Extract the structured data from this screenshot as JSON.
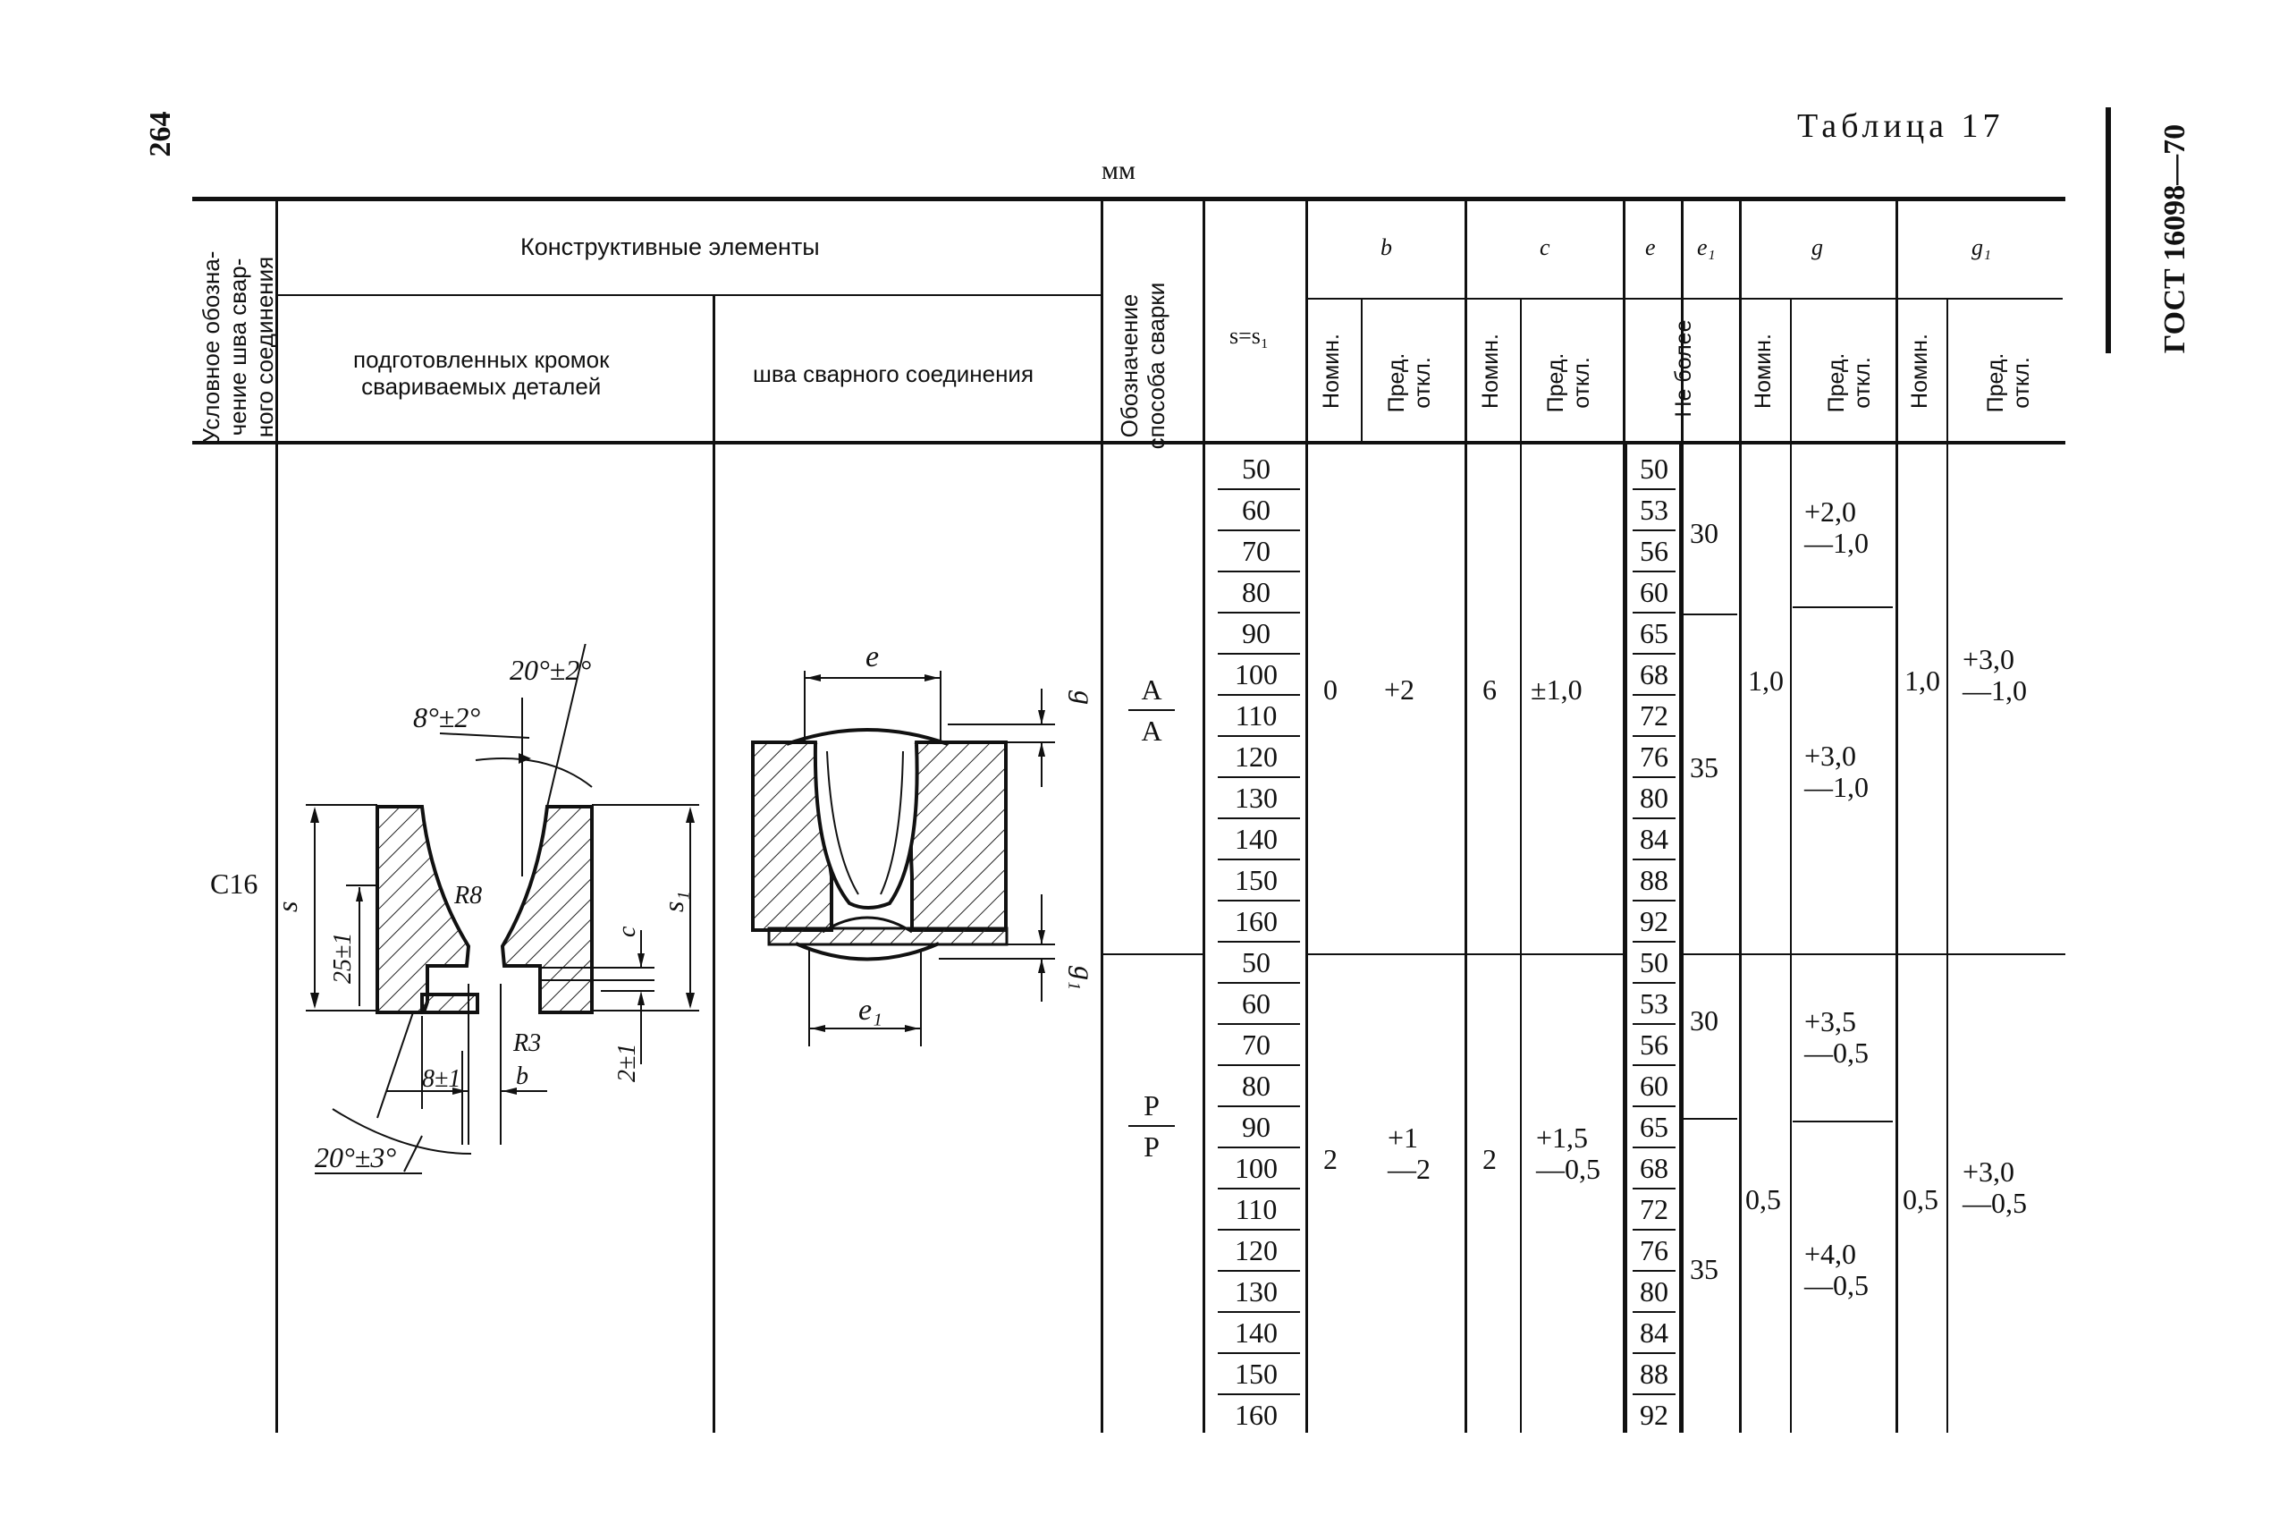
{
  "page": {
    "number": "264",
    "table_title": "Таблица 17",
    "standard": "ГОСТ 16098—70",
    "units": "мм"
  },
  "headers": {
    "designation": "Условное обозначение шва сварного соединения",
    "designation_lines": [
      "Условное обозна-",
      "чение шва свар-",
      "ного соединения"
    ],
    "structural": "Конструктивные элементы",
    "prepared_edges": [
      "подготовленных кромок",
      "свариваемых деталей"
    ],
    "weld_seam": "шва сварного соединения",
    "method_lines": [
      "Обозначение",
      "способа сварки"
    ],
    "thickness": "s=s₁",
    "b": "b",
    "c": "c",
    "e": "e",
    "e1": "e₁",
    "g": "g",
    "g1": "g₁",
    "nom": "Номин.",
    "tol_lines": [
      "Пред.",
      "откл."
    ],
    "not_more": "Не более"
  },
  "row_label": "С16",
  "drawing_labels": {
    "angle_top": "20°±2°",
    "angle_left": "8°±2°",
    "r8": "R8",
    "s": "s",
    "s1": "s₁",
    "dim25": "25±1",
    "c": "c",
    "dim2": "2±1",
    "dim8": "8±1",
    "r3": "R3",
    "b": "b",
    "angle_bottom": "20°±3°",
    "e": "e",
    "e1": "e₁",
    "g": "g",
    "g1": "g₁"
  },
  "groups": [
    {
      "method_top": "А",
      "method_bottom": "А",
      "b_nom": "0",
      "b_tol": "+2",
      "c_nom": "6",
      "c_tol": "±1,0",
      "g_nom": "1,0",
      "g1_nom": "1,0",
      "g1_tol": [
        "+3,0",
        "—1,0"
      ],
      "rows": [
        {
          "s": "50",
          "e": "50"
        },
        {
          "s": "60",
          "e": "53"
        },
        {
          "s": "70",
          "e": "56"
        },
        {
          "s": "80",
          "e": "60"
        },
        {
          "s": "90",
          "e": "65"
        },
        {
          "s": "100",
          "e": "68"
        },
        {
          "s": "110",
          "e": "72"
        },
        {
          "s": "120",
          "e": "76"
        },
        {
          "s": "130",
          "e": "80"
        },
        {
          "s": "140",
          "e": "84"
        },
        {
          "s": "150",
          "e": "88"
        },
        {
          "s": "160",
          "e": "92"
        }
      ],
      "e1_values": [
        "30",
        "35"
      ],
      "g_tol": [
        [
          "+2,0",
          "—1,0"
        ],
        [
          "+3,0",
          "—1,0"
        ]
      ]
    },
    {
      "method_top": "Р",
      "method_bottom": "Р",
      "b_nom": "2",
      "b_tol": [
        "+1",
        "—2"
      ],
      "c_nom": "2",
      "c_tol": [
        "+1,5",
        "—0,5"
      ],
      "g_nom": "0,5",
      "g1_nom": "0,5",
      "g1_tol": [
        "+3,0",
        "—0,5"
      ],
      "rows": [
        {
          "s": "50",
          "e": "50"
        },
        {
          "s": "60",
          "e": "53"
        },
        {
          "s": "70",
          "e": "56"
        },
        {
          "s": "80",
          "e": "60"
        },
        {
          "s": "90",
          "e": "65"
        },
        {
          "s": "100",
          "e": "68"
        },
        {
          "s": "110",
          "e": "72"
        },
        {
          "s": "120",
          "e": "76"
        },
        {
          "s": "130",
          "e": "80"
        },
        {
          "s": "140",
          "e": "84"
        },
        {
          "s": "150",
          "e": "88"
        },
        {
          "s": "160",
          "e": "92"
        }
      ],
      "e1_values": [
        "30",
        "35"
      ],
      "g_tol": [
        [
          "+3,5",
          "—0,5"
        ],
        [
          "+4,0",
          "—0,5"
        ]
      ]
    }
  ]
}
